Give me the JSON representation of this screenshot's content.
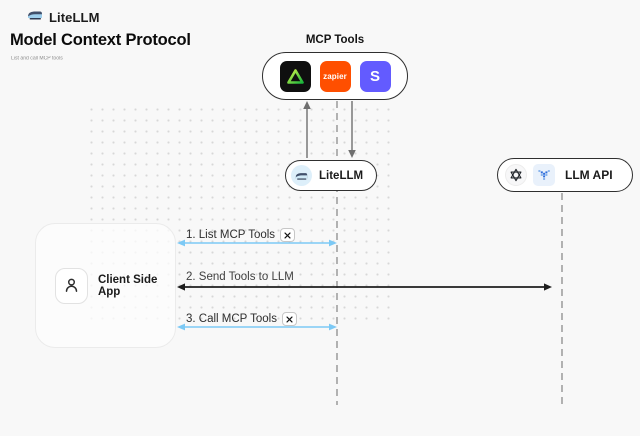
{
  "header": {
    "brand": "LiteLLM",
    "title": "Model Context Protocol",
    "subtitle": "List and call MCP tools"
  },
  "mcp": {
    "label": "MCP Tools",
    "tools": [
      {
        "name": "delta-triangle-tool",
        "label": ""
      },
      {
        "name": "zapier",
        "label": "zapier"
      },
      {
        "name": "stripe",
        "label": "S"
      }
    ]
  },
  "nodes": {
    "litellm": {
      "label": "LiteLLM"
    },
    "llm_api": {
      "label": "LLM API"
    },
    "client": {
      "label": "Client Side App"
    }
  },
  "sequence": [
    {
      "label": "1. List MCP Tools",
      "tool_badge": true
    },
    {
      "label": "2. Send Tools to LLM",
      "tool_badge": false
    },
    {
      "label": "3. Call MCP Tools",
      "tool_badge": true
    }
  ],
  "colors": {
    "background": "#f8f8f8",
    "accent_blue": "#7cc9f5",
    "arrow_dark": "#1f1f1f",
    "arrow_gray": "#6f6f6f",
    "lifeline_gray": "#a0a0a0",
    "zapier_orange": "#ff4f00",
    "stripe_purple": "#635bff",
    "triangle_green_start": "#d7f54a",
    "triangle_green_end": "#18b53c",
    "node_border": "#2f2f2f"
  }
}
